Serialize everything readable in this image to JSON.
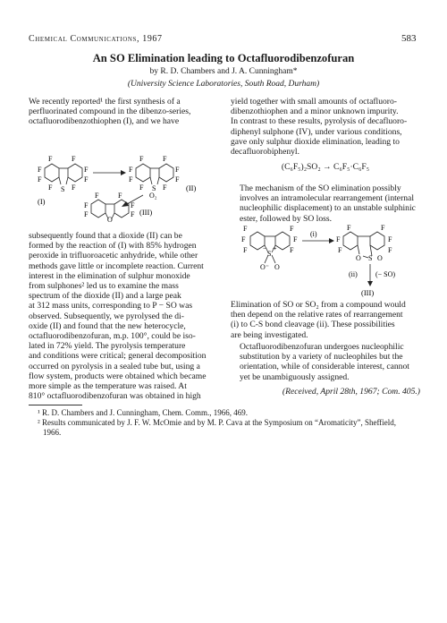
{
  "header": {
    "journal": "Chemical Communications, 1967",
    "page": "583"
  },
  "title": "An SO Elimination leading to Octafluorodibenzofuran",
  "authors": "by R. D. Chambers and J. A. Cunningham*",
  "affiliation": "(University Science Laboratories, South Road, Durham)",
  "left_col": {
    "para1_lines": [
      "We recently reported¹ the first synthesis of a",
      "perfluorinated compound in the dibenzo-series,",
      "octafluorodibenzothiophen (I), and we have"
    ],
    "para2_lines": [
      "subsequently found that a dioxide (II) can be",
      "formed by the reaction of (I) with 85% hydrogen",
      "peroxide in trifluoroacetic anhydride, while other",
      "methods gave little or incomplete reaction. Current",
      "interest in the elimination of sulphur monoxide",
      "from sulphones² led us to examine the mass",
      "spectrum of the dioxide (II) and a large peak",
      "at 312 mass units, corresponding to P − SO was",
      "observed. Subsequently, we pyrolysed the di-",
      "oxide (II) and found that the new heterocycle,",
      "octafluorodibenzofuran, m.p. 100°, could be iso-",
      "lated in 72% yield. The pyrolysis temperature",
      "and conditions were critical; general decomposition",
      "occurred on pyrolysis in a sealed tube but, using a",
      "flow system, products were obtained which became",
      "more simple as the temperature was raised. At",
      "810° octafluorodibenzofuran was obtained in high"
    ]
  },
  "right_col": {
    "para1_lines": [
      "yield together with small amounts of octafluoro-",
      "dibenzothiophen and a minor unknown impurity.",
      "In contrast to these results, pyrolysis of decafluoro-",
      "diphenyl sulphone (IV), under various conditions,",
      "gave only sulphur dioxide elimination, leading to",
      "decafluorobiphenyl."
    ],
    "equation": "(C₆F₅)₂SO₂ → C₆F₅·C₆F₅",
    "para2_lines": [
      "The mechanism of the SO elimination possibly",
      "involves an intramolecular rearrangement (internal",
      "nucleophilic displacement) to an unstable sulphinic",
      "ester, followed by SO loss."
    ],
    "para3_lines": [
      "Elimination of SO or SO₂ from a compound would",
      "then depend on the relative rates of rearrangement",
      "(i) to C-S bond cleavage (ii). These possibilities",
      "are being investigated."
    ],
    "para4_lines": [
      "Octafluorodibenzofuran undergoes nucleophilic",
      "substitution by a variety of nucleophiles but the",
      "orientation, while of considerable interest, cannot",
      "yet be unambiguously assigned."
    ],
    "received": "(Received, April 28th, 1967; Com. 405.)"
  },
  "footnotes": [
    "¹ R. D. Chambers and J. Cunningham, Chem. Comm., 1966, 469.",
    "² Results communicated by J. F. W. McOmie and by M. P. Cava at the Symposium on “Aromaticity”, Sheffield,",
    "1966."
  ],
  "scheme1": {
    "label_I": "(I)",
    "label_II": "(II)",
    "label_III": "(III)",
    "atom_F": "F",
    "atom_S": "S",
    "atom_O": "O",
    "o2": "O₂"
  },
  "scheme2": {
    "step_i": "(i)",
    "step_ii": "(ii)",
    "minus_so": "(− SO)",
    "label_III": "(III)",
    "atom_F": "F",
    "atom_S": "S",
    "atom_O": "O",
    "o_minus": "O⁻",
    "plus": "+",
    "minus": "−"
  }
}
